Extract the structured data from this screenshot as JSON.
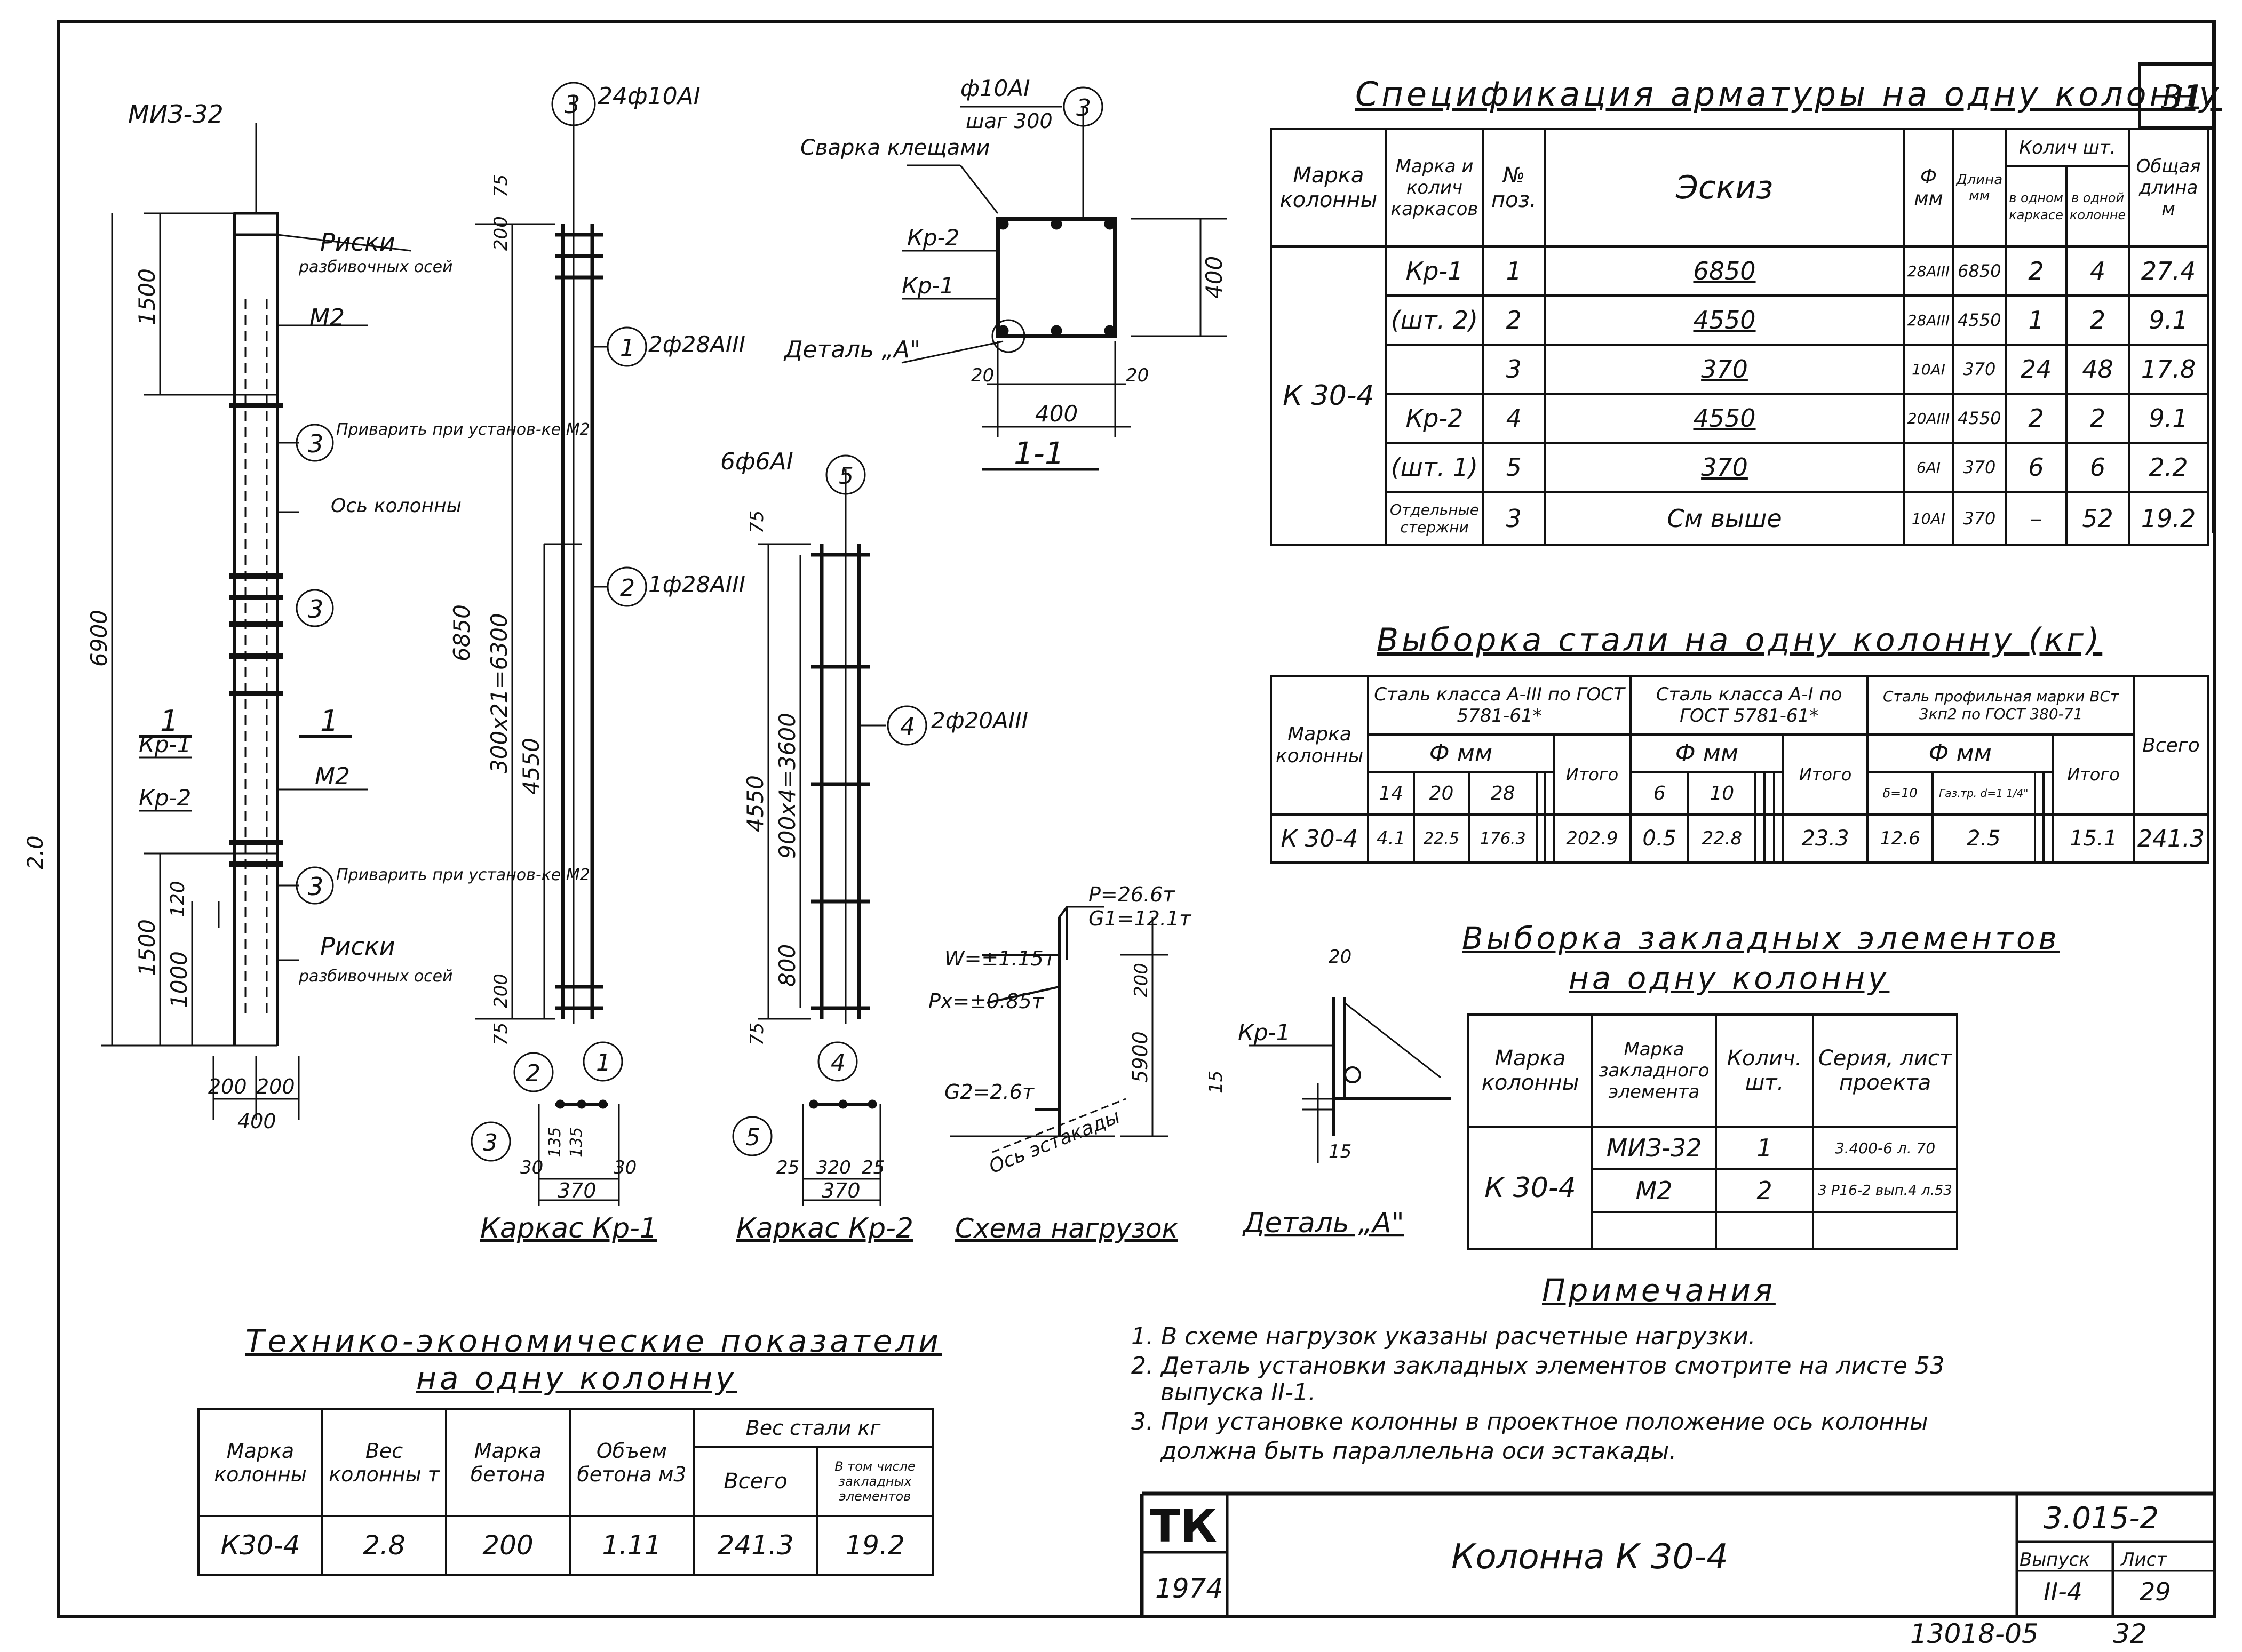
{
  "sheet": {
    "number": "31",
    "footer_code": "13018-05",
    "footer_page": "32",
    "side_mark": "2.0"
  },
  "drawing": {
    "column_labels": {
      "miz": "МИЗ-32",
      "riski1": "Риски",
      "riski1b": "разбивочных осей",
      "m2_top": "M2",
      "privarit1": "Приварить при установ-ке М2",
      "os": "Ось колонны",
      "b3": "3",
      "kr1": "Кр-1",
      "kr2": "Кр-2",
      "sec1": "1",
      "sec1b": "1",
      "m2_low": "M2",
      "privarit2": "Приварить при установ-ке М2",
      "riski2": "Риски",
      "riski2b": "разбивочных осей",
      "d6900": "6900",
      "d1500a": "1500",
      "d1500b": "1500",
      "d1000": "1000",
      "d120": "120",
      "d200a": "200",
      "d200b": "200",
      "d400": "400",
      "c3a": "3",
      "c3b": "3"
    },
    "frame1": {
      "top_ref": "24ф10AI",
      "c3": "3",
      "c1": "1",
      "c2": "2",
      "bar1": "2ф28AIII",
      "bar2": "1ф28AIII",
      "d6850": "6850",
      "d300": "300х21=6300",
      "d4550": "4550",
      "d75a": "75",
      "d200a": "200",
      "d200b": "200",
      "d75b": "75",
      "title": "Каркас Кр-1",
      "s30a": "30",
      "s135a": "135",
      "s135b": "135",
      "s30b": "30",
      "s370": "370",
      "cs2": "2",
      "cs1": "1",
      "cs3": "3"
    },
    "frame2": {
      "top_ref": "6ф6AI",
      "c5": "5",
      "c4": "4",
      "bar4": "2ф20AIII",
      "d4550": "4550",
      "d900": "900х4=3600",
      "d800": "800",
      "d75a": "75",
      "d75b": "75",
      "title": "Каркас Кр-2",
      "s25a": "25",
      "s320": "320",
      "s25b": "25",
      "s370": "370",
      "cs4": "4",
      "cs5": "5"
    },
    "section": {
      "top_ref": "ф10AI",
      "step": "шаг 300",
      "c3": "3",
      "weld": "Сварка клещами",
      "kr2": "Кр-2",
      "kr1": "Кр-1",
      "detail": "Деталь „А\"",
      "d400v": "400",
      "d400h": "400",
      "d20a": "20",
      "d20b": "20",
      "title": "1-1"
    },
    "loads": {
      "p": "P=26.6т",
      "g1": "G1=12.1т",
      "w": "W=±1.15т",
      "px": "Px=±0.85т",
      "g2": "G2=2.6т",
      "axis": "Ось эстакады",
      "d200": "200",
      "d5900": "5900",
      "title": "Схема нагрузок"
    },
    "detail_a": {
      "kr1": "Кр-1",
      "d20": "20",
      "d15a": "15",
      "d15b": "15",
      "title": "Деталь „А\""
    }
  },
  "spec": {
    "title": "Спецификация арматуры на одну колонну",
    "headers": {
      "mark": "Марка колонны",
      "frame": "Марка и колич каркасов",
      "pos": "№ поз.",
      "sketch": "Эскиз",
      "dia": "Ф мм",
      "len": "Длина мм",
      "qty": "Колич шт.",
      "qty_frame": "в одном каркасе",
      "qty_col": "в одной колонне",
      "total": "Общая длина м"
    },
    "column_mark": "К 30-4",
    "rows": [
      {
        "frame": "Кр-1",
        "pos": "1",
        "sketch": "6850",
        "dia": "28AIII",
        "len": "6850",
        "q1": "2",
        "q2": "4",
        "total": "27.4"
      },
      {
        "frame": "(шт. 2)",
        "pos": "2",
        "sketch": "4550",
        "dia": "28AIII",
        "len": "4550",
        "q1": "1",
        "q2": "2",
        "total": "9.1"
      },
      {
        "frame": "",
        "pos": "3",
        "sketch": "370",
        "dia": "10AI",
        "len": "370",
        "q1": "24",
        "q2": "48",
        "total": "17.8"
      },
      {
        "frame": "Кр-2",
        "pos": "4",
        "sketch": "4550",
        "dia": "20AIII",
        "len": "4550",
        "q1": "2",
        "q2": "2",
        "total": "9.1"
      },
      {
        "frame": "(шт. 1)",
        "pos": "5",
        "sketch": "370",
        "dia": "6AI",
        "len": "370",
        "q1": "6",
        "q2": "6",
        "total": "2.2"
      },
      {
        "frame": "Отдельные стержни",
        "pos": "3",
        "sketch": "См выше",
        "dia": "10AI",
        "len": "370",
        "q1": "–",
        "q2": "52",
        "total": "19.2"
      }
    ]
  },
  "steel": {
    "title": "Выборка стали на одну колонну (кг)",
    "h_mark": "Марка колонны",
    "h_a3": "Сталь класса А-III по ГОСТ 5781-61*",
    "h_a1": "Сталь класса А-I по ГОСТ 5781-61*",
    "h_prof": "Сталь профильная марки ВСт 3кп2 по ГОСТ 380-71",
    "h_phi": "Ф мм",
    "h_phi2": "Ф мм",
    "h_phi3": "Ф мм",
    "h_total": "Итого",
    "h_total2": "Итого",
    "h_total3": "Итого",
    "h_all": "Всего",
    "d14": "14",
    "d20": "20",
    "d28": "28",
    "d6": "6",
    "d10": "10",
    "dp1": "δ=10",
    "dp2": "Газ.тр. d=1 1/4\"",
    "row": {
      "mark": "К 30-4",
      "v14": "4.1",
      "v20": "22.5",
      "v28": "176.3",
      "it1": "202.9",
      "v6": "0.5",
      "v10": "22.8",
      "it2": "23.3",
      "vp1": "12.6",
      "vp2": "2.5",
      "it3": "15.1",
      "all": "241.3"
    }
  },
  "embed": {
    "title": "Выборка закладных элементов",
    "title2": "на одну колонну",
    "h_mark": "Марка колонны",
    "h_el": "Марка закладного элемента",
    "h_qty": "Колич. шт.",
    "h_ser": "Серия, лист проекта",
    "mark": "К 30-4",
    "rows": [
      {
        "el": "МИЗ-32",
        "qty": "1",
        "ser": "3.400-6 л. 70"
      },
      {
        "el": "М2",
        "qty": "2",
        "ser": "3 Р16-2 вып.4 л.53"
      }
    ]
  },
  "notes": {
    "title": "Примечания",
    "items": [
      "1. В схеме нагрузок указаны расчетные нагрузки.",
      "2. Деталь установки закладных элементов смотрите на листе 53",
      "выпуска II-1.",
      "3. При установке колонны в проектное положение ось колонны",
      "должна быть параллельна оси эстакады."
    ]
  },
  "tep": {
    "title": "Технико-экономические показатели",
    "title2": "на одну колонну",
    "h_mark": "Марка колонны",
    "h_weight": "Вес колонны т",
    "h_concrete": "Марка бетона",
    "h_volume": "Объем бетона м3",
    "h_steel": "Вес стали кг",
    "h_all": "Всего",
    "h_incl": "В том числе закладных элементов",
    "row": {
      "mark": "К30-4",
      "weight": "2.8",
      "concrete": "200",
      "volume": "1.11",
      "steel": "241.3",
      "incl": "19.2"
    }
  },
  "stamp": {
    "logo": "ТК",
    "year": "1974",
    "name": "Колонна К 30-4",
    "code": "3.015-2",
    "h_issue": "Выпуск",
    "h_sheet": "Лист",
    "issue": "II-4",
    "sheet": "29"
  }
}
